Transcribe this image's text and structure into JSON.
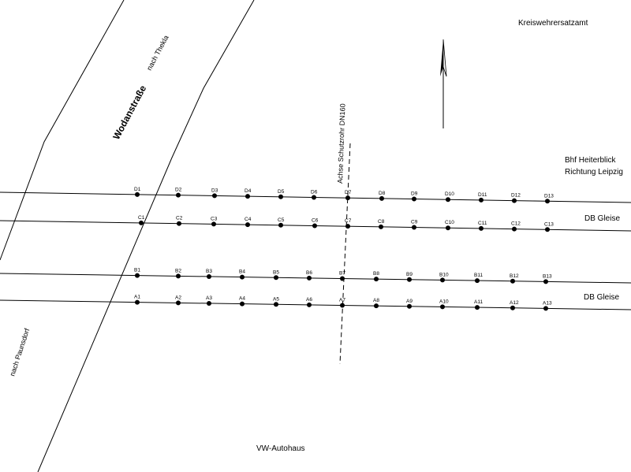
{
  "labels": {
    "kreiswehrersatzamt": "Kreiswehrersatzamt",
    "bhf": "Bhf Heiterblick",
    "richtung": "Richtung Leipzig",
    "db_gleise_1": "DB Gleise",
    "db_gleise_2": "DB Gleise",
    "vw_autohaus": "VW-Autohaus",
    "wodanstrasse": "Wodanstraße",
    "nach_thekla": "nach Thekla",
    "nach_paunsdorf": "nach Paunsdorf",
    "achse": "Achse Schutzrohr DN160"
  },
  "rows": {
    "D": [
      "D1",
      "D2",
      "D3",
      "D4",
      "D5",
      "D6",
      "D7",
      "D8",
      "D9",
      "D10",
      "D11",
      "D12",
      "D13"
    ],
    "C": [
      "C1",
      "C2",
      "C3",
      "C4",
      "C5",
      "C6",
      "C7",
      "C8",
      "C9",
      "C10",
      "C11",
      "C12",
      "C13"
    ],
    "B": [
      "B1",
      "B2",
      "B3",
      "B4",
      "B5",
      "B6",
      "B7",
      "B8",
      "B9",
      "B10",
      "B11",
      "B12",
      "B13"
    ],
    "A": [
      "A1",
      "A2",
      "A3",
      "A4",
      "A5",
      "A6",
      "A7",
      "A8",
      "A9",
      "A10",
      "A11",
      "A12",
      "A13"
    ]
  }
}
